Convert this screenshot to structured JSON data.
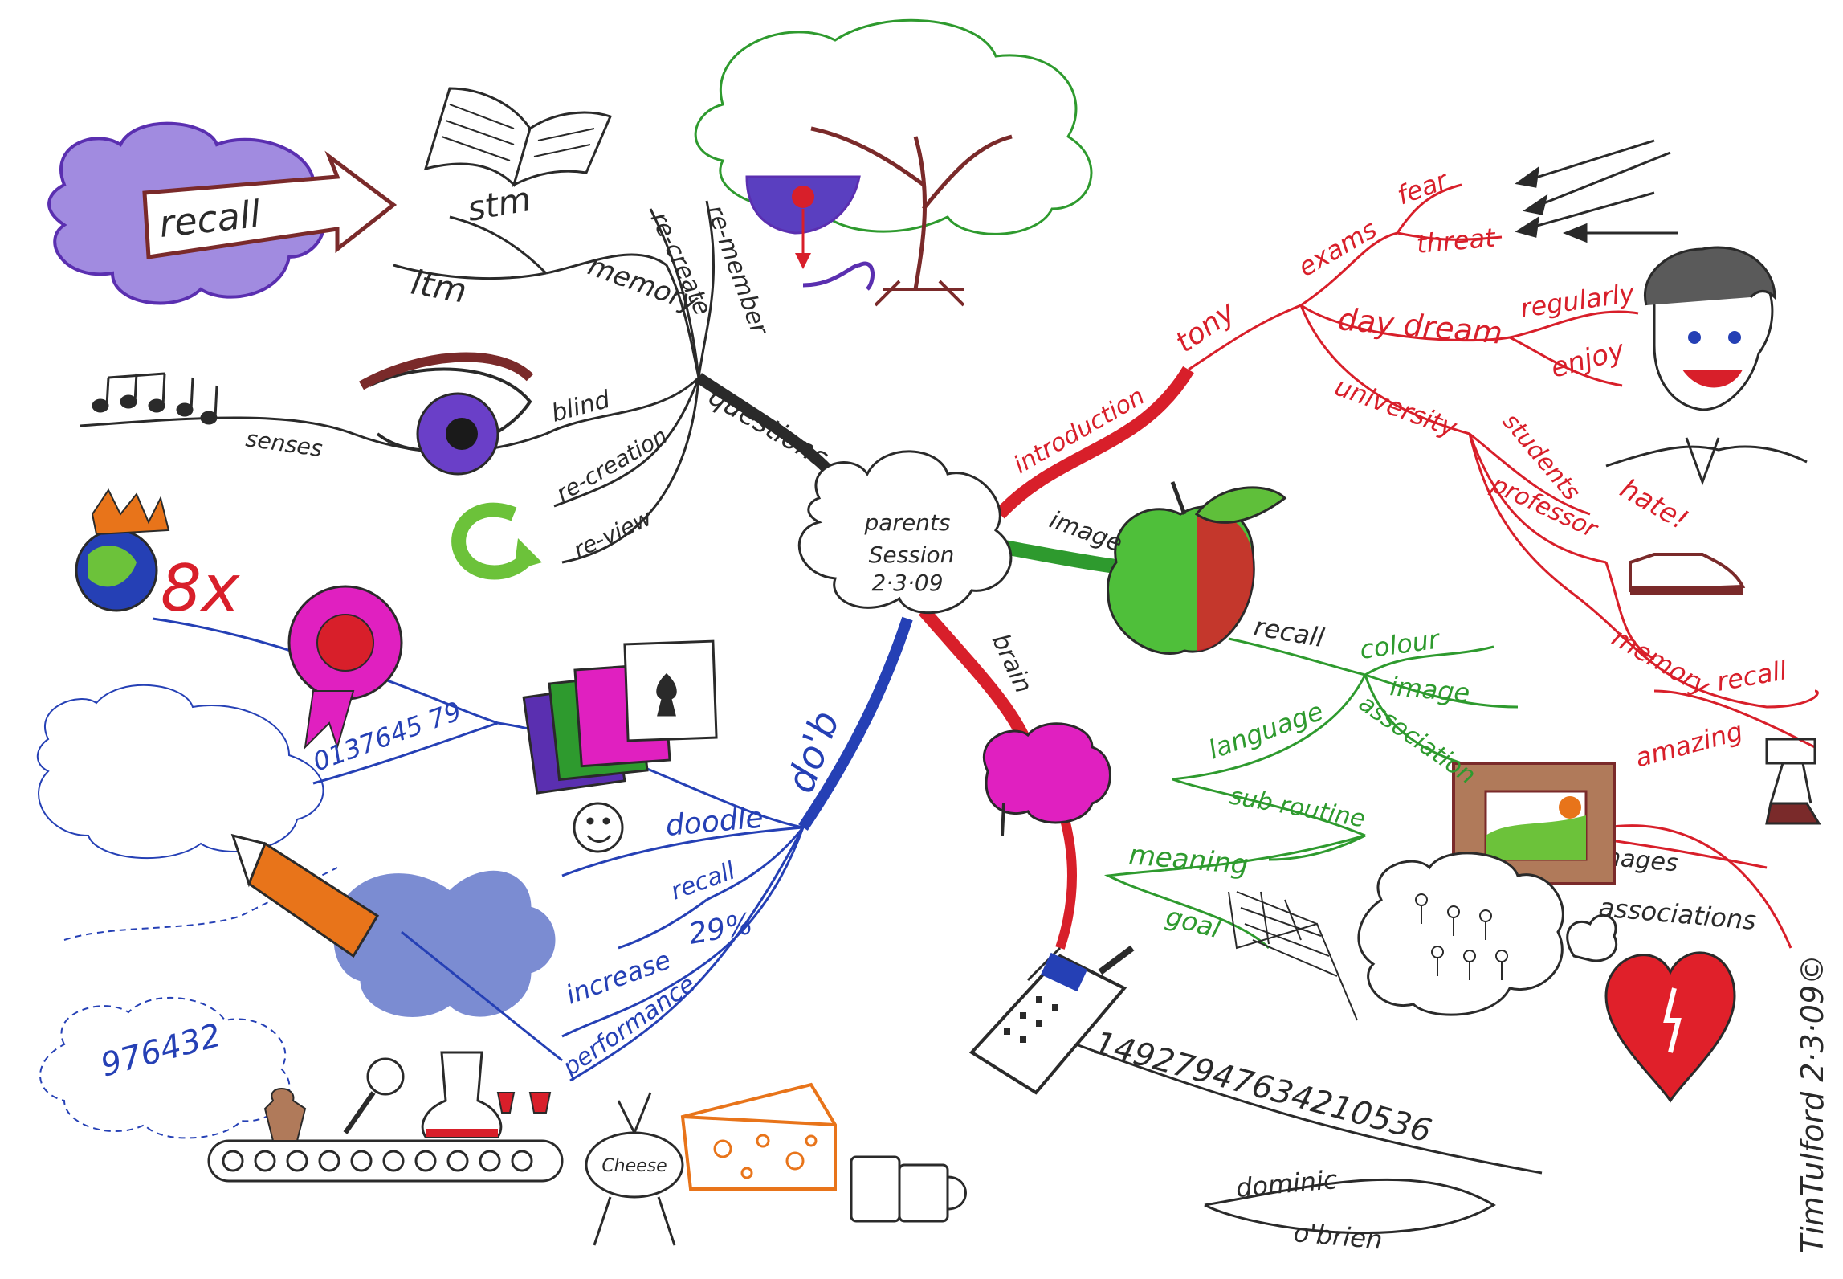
{
  "colors": {
    "black": "#2a2a2a",
    "red": "#d81f2a",
    "green": "#2e9a2e",
    "blue": "#2540b5",
    "purple": "#5a2fb0",
    "pink": "#e020c0",
    "brown": "#7a2a2a",
    "orange": "#e8741a"
  },
  "center": {
    "line1": "parents",
    "line2": "Session",
    "line3": "2·3·09"
  },
  "black_branch": {
    "questions": "questions",
    "memory": "memory",
    "stm": "stm",
    "ltm": "ltm",
    "re_member": "re-member",
    "re_create": "re-create",
    "blind": "blind",
    "senses": "senses",
    "re_creation": "re-creation",
    "re_view": "re-view",
    "recall_arrow": "recall"
  },
  "red_branch": {
    "introduction": "introduction",
    "tony": "tony",
    "exams": "exams",
    "fear": "fear",
    "threat": "threat",
    "day_dream": "day dream",
    "regularly": "regularly",
    "enjoy": "enjoy",
    "university": "university",
    "students": "students",
    "hate": "hate!",
    "professor": "professor",
    "memory": "memory",
    "recall": "recall",
    "amazing": "amazing",
    "images": "images",
    "associations": "associations"
  },
  "green_branch": {
    "image": "image",
    "recall": "recall",
    "colour": "colour",
    "image2": "image",
    "association": "association",
    "language": "language",
    "sub_routine": "sub routine",
    "meaning": "meaning",
    "goal": "goal"
  },
  "blue_branch": {
    "dob": "do'b",
    "digits": "0137645 79",
    "doodle": "doodle",
    "recall": "recall",
    "percent": "29%",
    "increase": "increase",
    "performance": "performance",
    "cloud_number": "976432"
  },
  "brain_branch": {
    "brain": "brain",
    "phone_number": "14927947634210536",
    "dominic": "dominic",
    "obrien": "o'brien"
  },
  "props": {
    "times_label": "8x",
    "cheese": "Cheese"
  },
  "signature": "TimTulford 2·3·09©"
}
